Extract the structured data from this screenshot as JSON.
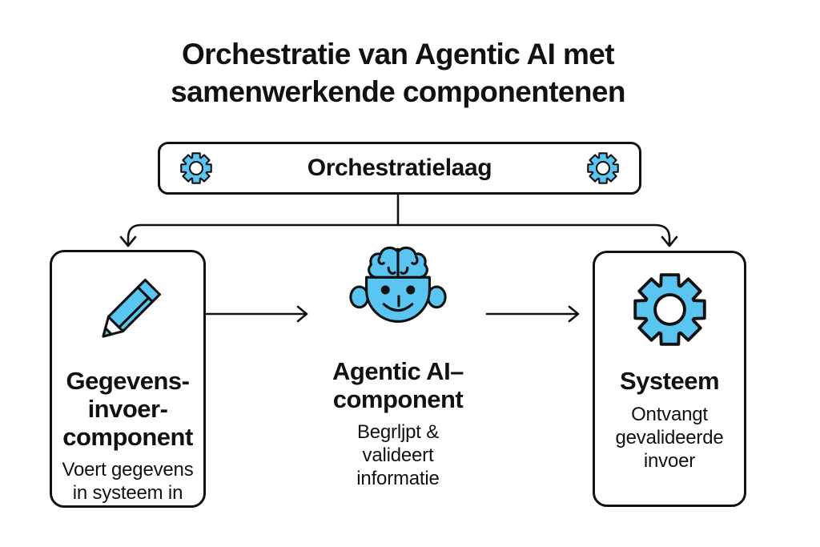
{
  "title": {
    "line1": "Orchestratie van Agentic AI met",
    "line2": "samenwerkende componentenen"
  },
  "orchestration": {
    "label": "Orchestratielaag",
    "left_icon": "gear-icon",
    "right_icon": "gear-icon"
  },
  "components": {
    "input": {
      "icon": "pencil-icon",
      "title_lines": [
        "Gegevens-",
        "invoer-",
        "component"
      ],
      "subtitle_lines": [
        "Voert gegevens",
        "in systeem in"
      ]
    },
    "agent": {
      "icon": "head-brain-icon",
      "title_lines": [
        "Agentic AI–",
        "component"
      ],
      "subtitle_lines": [
        "Begrljpt &",
        "valideert",
        "informatie"
      ]
    },
    "system": {
      "icon": "gear-icon",
      "title_lines": [
        "Systeem"
      ],
      "subtitle_lines": [
        "Ontvangt",
        "gevalideerde",
        "invoer"
      ]
    }
  },
  "colors": {
    "accent_blue": "#5BC5F2",
    "outline": "#111111",
    "background": "#FFFFFF",
    "text": "#111111"
  }
}
